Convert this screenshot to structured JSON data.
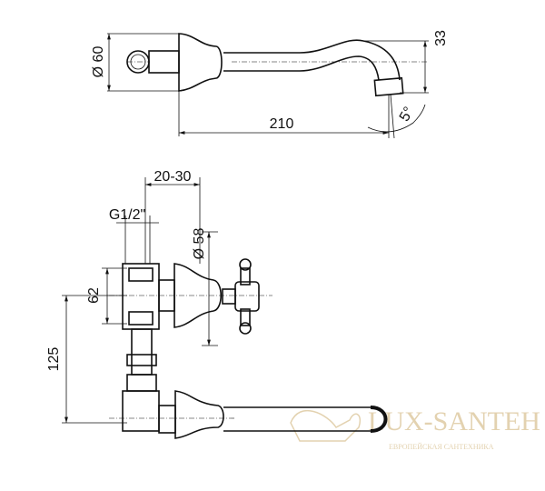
{
  "dimensions": {
    "top_diameter": "Ø 60",
    "spout_height": "33",
    "spout_length": "210",
    "spout_angle": "5°",
    "depth_range": "20-30",
    "thread": "G1/2\"",
    "handle_diameter": "Ø 58",
    "valve_height": "62",
    "center_distance": "125"
  },
  "watermark": {
    "brand": "LUX-SANTEH",
    "tagline": "ЕВРОПЕЙСКАЯ САНТЕХНИКА",
    "color": "#e3d2b0"
  }
}
